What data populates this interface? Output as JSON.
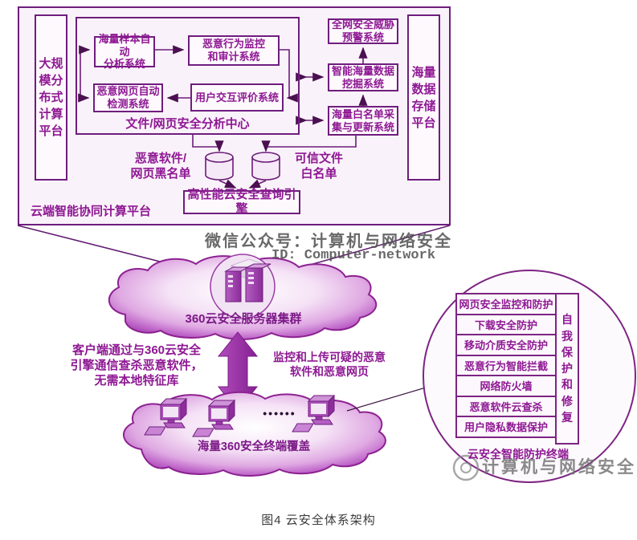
{
  "caption": "图4  云安全体系架构",
  "watermark": {
    "line1": "微信公众号：计算机与网络安全",
    "line2": "ID: Computer-network",
    "footer": "计算机与网络安全"
  },
  "cloud_platform": {
    "label": "云端智能协同计算平台",
    "left_platform": "大规\n模分\n布式\n计算\n平台",
    "right_platform": "海量\n数据\n存储\n平台",
    "analysis_center": {
      "label": "文件/网页安全分析中心",
      "sample_analysis": "海量样本自动\n分析系统",
      "behavior_monitor": "恶意行为监控\n和审计系统",
      "webpage_detection": "恶意网页自动\n检测系统",
      "user_interaction": "用户交互评价系统"
    },
    "right_systems": {
      "threat_warning": "全网安全威胁\n预警系统",
      "data_mining": "智能海量数据\n挖掘系统",
      "whitelist_collect": "海量白名单采\n集与更新系统"
    },
    "databases": {
      "blacklist": "恶意软件/\n网页黑名单",
      "whitelist": "可信文件\n白名单"
    },
    "query_engine": "高性能云安全查询引擎"
  },
  "server_cloud": {
    "label": "360云安全服务器集群"
  },
  "terminal_cloud": {
    "label": "海量360安全终端覆盖",
    "dots": "••••••"
  },
  "annotations": {
    "left": "客户端通过与360云安全\n引擎通信查杀恶意软件，\n无需本地特征库",
    "right": "监控和上传可疑的恶意\n软件和恶意网页"
  },
  "terminal_features": {
    "items": [
      "网页安全监控和防护",
      "下载安全防护",
      "移动介质安全防护",
      "恶意行为智能拦截",
      "网络防火墙",
      "恶意软件云查杀",
      "用户隐私数据保护"
    ],
    "side": "自\n我\n保\n护\n和\n修\n复",
    "bottom": "云安全智能防护终端"
  },
  "colors": {
    "line": "#6b1c79",
    "box_text": "#8e1893",
    "cloud_edge": "#8d2191",
    "big_arrow": "#9c33a5",
    "watermark_gray": "#4f4f4f"
  }
}
